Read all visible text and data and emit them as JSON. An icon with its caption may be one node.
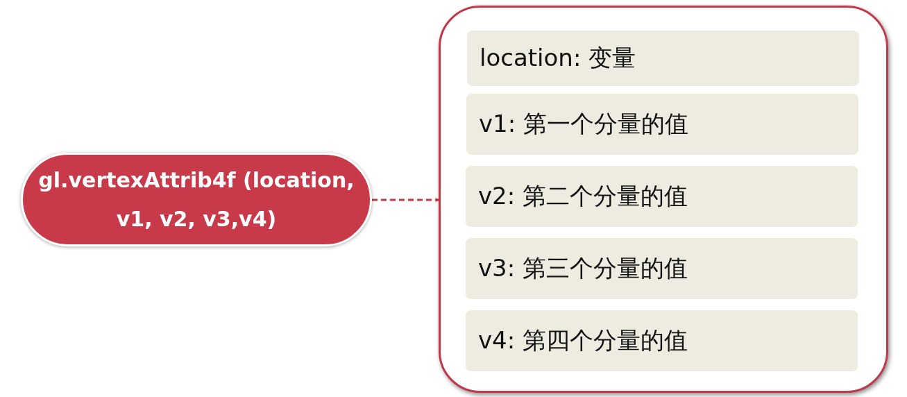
{
  "diagram": {
    "nodes": [
      {
        "text": [
          "gl.vertexAttrib4f (location, v1, v2, v3,v4)"
        ]
      },
      {
        "text": [],
        "shape": "box"
      },
      {
        "text": [
          "location: 变量"
        ],
        "in": 1
      },
      {
        "text": [
          "v1: 第一个分量的值"
        ],
        "in": 1
      },
      {
        "text": [
          "v2: 第二个分量的值"
        ],
        "in": 1
      },
      {
        "text": [
          "v3: 第三个分量的值"
        ],
        "in": 1
      },
      {
        "text": [
          "v4: 第四个分量的值"
        ],
        "in": 1
      }
    ],
    "edges": [
      {
        "from": 0,
        "to": 1,
        "arrow": "to",
        "style": "dashed"
      }
    ]
  }
}
